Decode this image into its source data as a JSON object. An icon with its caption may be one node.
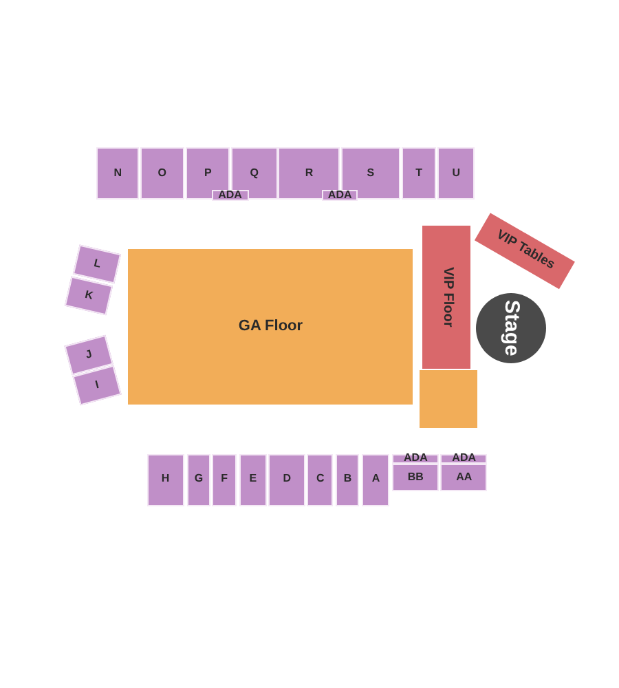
{
  "diagram": {
    "nodes": [
      {
        "text": [
          "N"
        ]
      },
      {
        "text": [
          "O"
        ]
      },
      {
        "text": [
          "P"
        ]
      },
      {
        "text": [
          "Q"
        ]
      },
      {
        "text": [
          "R"
        ]
      },
      {
        "text": [
          "S"
        ]
      },
      {
        "text": [
          "T"
        ]
      },
      {
        "text": [
          "U"
        ]
      },
      {
        "text": [
          "ADA"
        ]
      },
      {
        "text": [
          "ADA"
        ]
      },
      {
        "text": [
          "VIP Tables"
        ]
      },
      {
        "text": [
          "L"
        ]
      },
      {
        "text": [
          "K"
        ]
      },
      {
        "text": [
          "GA Floor"
        ]
      },
      {
        "text": [
          "VIP Floor"
        ]
      },
      {
        "text": [
          "Stage"
        ]
      },
      {
        "text": [
          "J"
        ]
      },
      {
        "text": [
          "I"
        ]
      },
      {
        "text": [],
        "shape": "box"
      },
      {
        "text": [
          "ADA"
        ]
      },
      {
        "text": [
          "ADA"
        ]
      },
      {
        "text": [
          "H"
        ]
      },
      {
        "text": [
          "G"
        ]
      },
      {
        "text": [
          "F"
        ]
      },
      {
        "text": [
          "E"
        ]
      },
      {
        "text": [
          "D"
        ]
      },
      {
        "text": [
          "C"
        ]
      },
      {
        "text": [
          "B"
        ]
      },
      {
        "text": [
          "A"
        ]
      },
      {
        "text": [
          "BB"
        ]
      },
      {
        "text": [
          "AA"
        ]
      }
    ]
  }
}
